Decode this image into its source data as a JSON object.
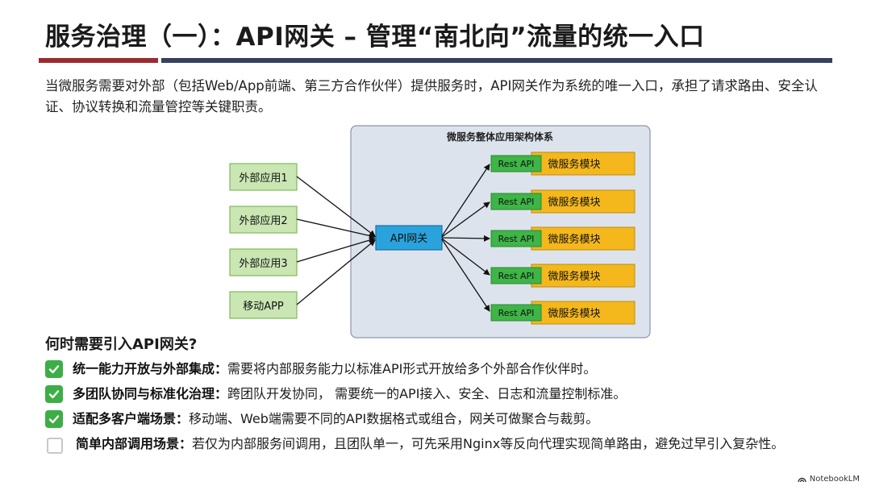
{
  "title": "服务治理（一）：API网关 – 管理“南北向”流量的统一入口",
  "intro": "当微服务需要对外部（包括Web/App前端、第三方合作伙伴）提供服务时，API网关作为系统的唯一入口，承担了请求路由、安全认证、协议转换和流量管控等关键职责。",
  "diagram": {
    "container_label": "微服务整体应用架构体系",
    "gateway_label": "API网关",
    "external_apps": [
      "外部应用1",
      "外部应用2",
      "外部应用3",
      "移动APP"
    ],
    "services": [
      {
        "api": "Rest API",
        "module": "微服务模块"
      },
      {
        "api": "Rest API",
        "module": "微服务模块"
      },
      {
        "api": "Rest API",
        "module": "微服务模块"
      },
      {
        "api": "Rest API",
        "module": "微服务模块"
      },
      {
        "api": "Rest API",
        "module": "微服务模块"
      }
    ],
    "colors": {
      "external_fill": "#c9e6b3",
      "external_border": "#7fba5a",
      "gateway_fill": "#2aa3dc",
      "gateway_border": "#1a6fa3",
      "api_fill": "#3fb447",
      "module_fill": "#f4b81c",
      "container_fill": "#dde3ec",
      "container_border": "#8d96a6"
    }
  },
  "section_heading": "何时需要引入API网关?",
  "bullets": [
    {
      "checked": true,
      "bold": "统一能力开放与外部集成：",
      "text": "需要将内部服务能力以标准API形式开放给多个外部合作伙伴时。"
    },
    {
      "checked": true,
      "bold": "多团队协同与标准化治理：",
      "text": "跨团队开发协同， 需要统一的API接入、安全、日志和流量控制标准。"
    },
    {
      "checked": true,
      "bold": "适配多客户端场景：",
      "text": "移动端、Web端需要不同的API数据格式或组合，网关可做聚合与裁剪。"
    },
    {
      "checked": false,
      "bold": "简单内部调用场景：",
      "text": "若仅为内部服务间调用，且团队单一，可先采用Nginx等反向代理实现简单路由，避免过早引入复杂性。"
    }
  ],
  "logo_text": "NotebookLM",
  "logo_icon": "notebooklm-logo-icon"
}
